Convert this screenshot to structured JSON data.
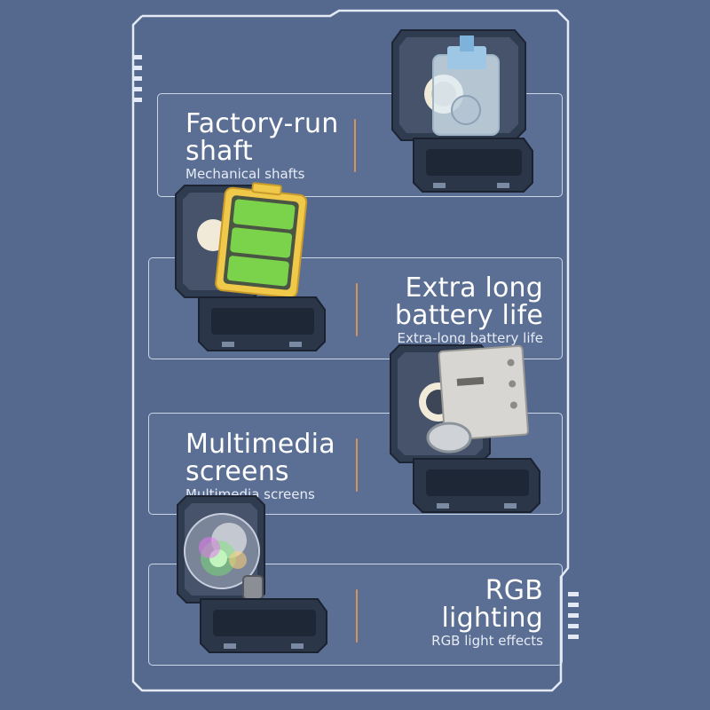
{
  "features": [
    {
      "title_line1": "Factory-run",
      "title_line2": "shaft",
      "subtitle": "Mechanical shafts",
      "icon": "mechanical-switch-icon"
    },
    {
      "title_line1": "Extra long",
      "title_line2": "battery life",
      "subtitle": "Extra-long battery life",
      "icon": "battery-icon"
    },
    {
      "title_line1": "Multimedia",
      "title_line2": "screens",
      "subtitle": "Multimedia screens",
      "icon": "media-screen-icon"
    },
    {
      "title_line1": "RGB",
      "title_line2": "lighting",
      "subtitle": "RGB light effects",
      "icon": "rgb-light-icon"
    }
  ],
  "colors": {
    "background": "#55698f",
    "frame": "#e4eaf5",
    "divider_accent": "#d7935c",
    "battery_fill": "#7ad34a",
    "battery_frame": "#f0c94a",
    "case_body": "#2f3b4e"
  }
}
